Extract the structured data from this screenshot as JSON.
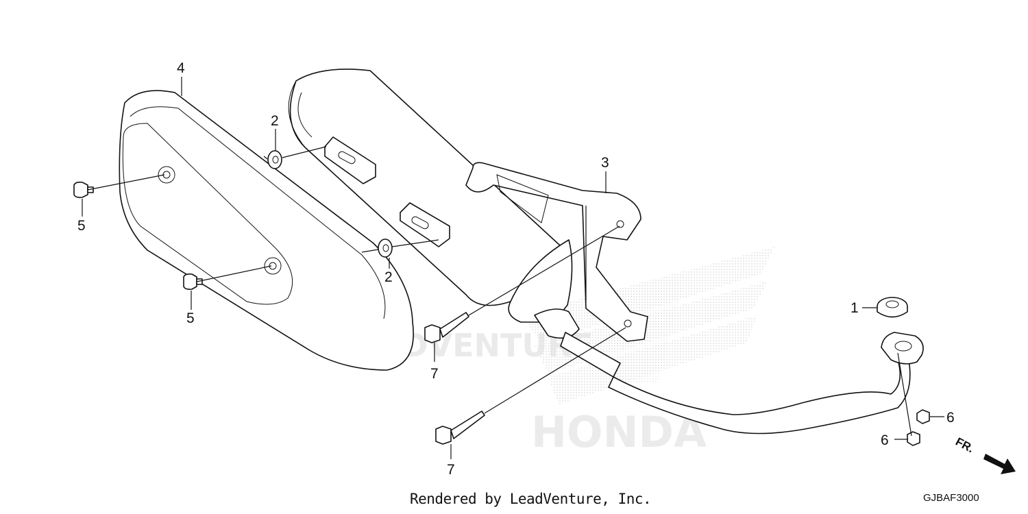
{
  "diagram": {
    "callouts": [
      {
        "id": "c4",
        "label": "4"
      },
      {
        "id": "c2a",
        "label": "2"
      },
      {
        "id": "c3",
        "label": "3"
      },
      {
        "id": "c5a",
        "label": "5"
      },
      {
        "id": "c2b",
        "label": "2"
      },
      {
        "id": "c5b",
        "label": "5"
      },
      {
        "id": "c1",
        "label": "1"
      },
      {
        "id": "c7a",
        "label": "7"
      },
      {
        "id": "c6a",
        "label": "6"
      },
      {
        "id": "c6b",
        "label": "6"
      },
      {
        "id": "c7b",
        "label": "7"
      }
    ],
    "direction_label": "FR.",
    "watermark_text": "LEADVENTURE",
    "brand_watermark": "HONDA"
  },
  "footer": {
    "rendered_by": "Rendered by LeadVenture, Inc.",
    "diagram_code": "GJBAF3000"
  }
}
